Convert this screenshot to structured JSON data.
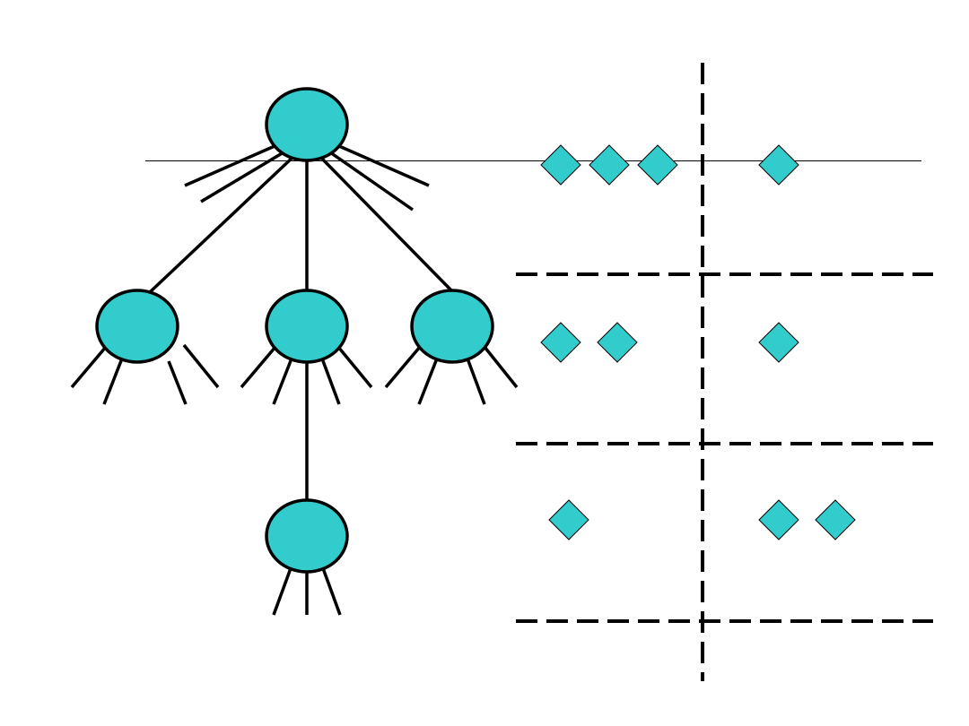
{
  "colors": {
    "node_fill": "#33cccc",
    "diamond_fill": "#33cccc",
    "line": "#000000",
    "background": "#ffffff"
  },
  "tree": {
    "root": {
      "node_id": "root",
      "children": [
        "child-left",
        "child-middle",
        "child-right"
      ]
    },
    "level_1": [
      {
        "node_id": "child-left",
        "children": []
      },
      {
        "node_id": "child-middle",
        "children": [
          "grandchild"
        ]
      },
      {
        "node_id": "child-right",
        "children": []
      }
    ],
    "level_2": [
      {
        "node_id": "grandchild",
        "children": []
      }
    ]
  },
  "grid": {
    "rows": 3,
    "columns": 2,
    "cell_counts": [
      [
        3,
        1
      ],
      [
        2,
        1
      ],
      [
        1,
        2
      ]
    ]
  },
  "icons": {
    "node": "circle-node-icon",
    "item": "diamond-icon"
  }
}
